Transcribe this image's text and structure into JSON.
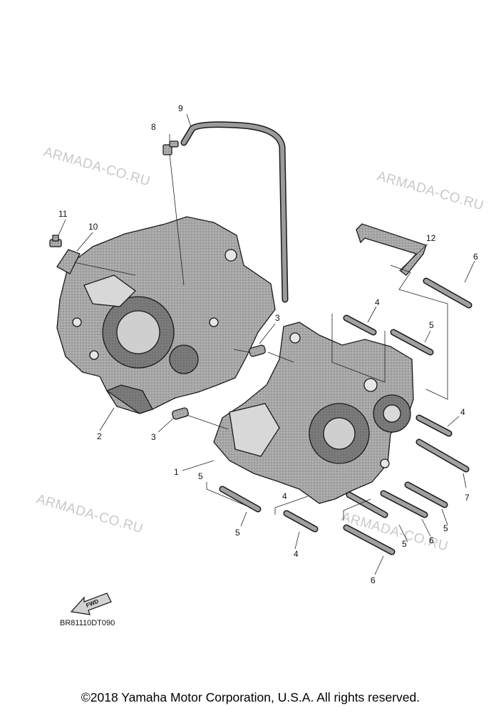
{
  "watermarks": [
    "ARMADA-CO.RU",
    "ARMADA-CO.RU",
    "ARMADA-CO.RU",
    "ARMADA-CO.RU"
  ],
  "callouts": [
    "1",
    "2",
    "3",
    "3",
    "4",
    "4",
    "4",
    "4",
    "5",
    "5",
    "5",
    "5",
    "5",
    "6",
    "6",
    "6",
    "7",
    "8",
    "9",
    "10",
    "11",
    "12"
  ],
  "fwd_label": "FWD",
  "diagram_code": "BR81110DT090",
  "copyright": "©2018 Yamaha Motor Corporation, U.S.A. All rights reserved."
}
